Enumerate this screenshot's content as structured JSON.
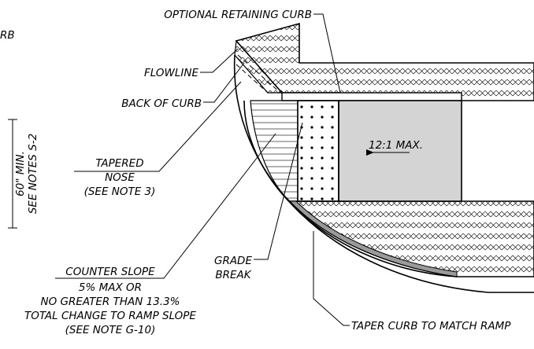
{
  "labels": {
    "optional_retaining_curb": "OPTIONAL RETAINING CURB",
    "partial_rb": "RB",
    "flowline": "FLOWLINE",
    "back_of_curb": "BACK OF CURB",
    "tapered_nose": [
      "TAPERED",
      "NOSE",
      "(SEE NOTE 3)"
    ],
    "dimension_60_min": "60\" MIN.",
    "see_notes_s2": "SEE NOTES S-2",
    "ramp_slope": "12:1 MAX.",
    "grade_break": [
      "GRADE",
      "BREAK"
    ],
    "counter_slope": [
      "COUNTER SLOPE",
      "5% MAX OR",
      "NO GREATER THAN 13.3%",
      "TOTAL CHANGE TO RAMP SLOPE",
      "(SEE NOTE G-10)"
    ],
    "taper_curb": "TAPER CURB TO MATCH RAMP"
  },
  "colors": {
    "ramp_fill": "#d4d4d4",
    "taper_curb_fill": "#9a9a9a",
    "hatch": "#000000"
  }
}
